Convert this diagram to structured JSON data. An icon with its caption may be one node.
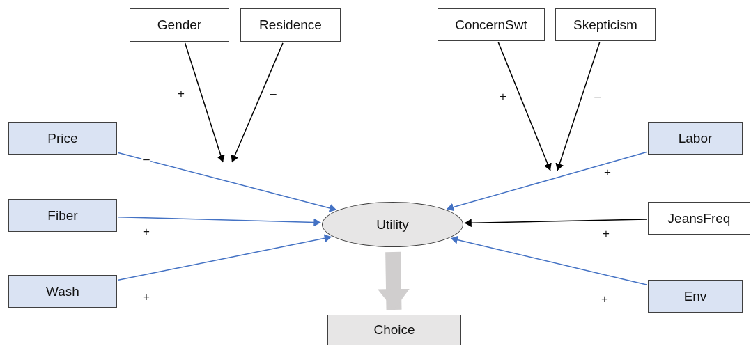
{
  "diagram": {
    "nodes": [
      {
        "text": [
          "Gender"
        ]
      },
      {
        "text": [
          "Residence"
        ]
      },
      {
        "text": [
          "ConcernSwt"
        ]
      },
      {
        "text": [
          "Skepticism"
        ]
      },
      {
        "text": [
          "Price"
        ]
      },
      {
        "text": [
          "Labor"
        ]
      },
      {
        "text": [
          "Fiber"
        ]
      },
      {
        "text": [
          "Utility"
        ]
      },
      {
        "text": [
          "JeansFreq"
        ]
      },
      {
        "text": [
          "Wash"
        ]
      },
      {
        "text": [
          "Env"
        ]
      },
      {
        "text": [
          "Choice"
        ]
      }
    ],
    "edges": [
      {
        "from": 0,
        "to": null,
        "arrow": "to",
        "label": "+",
        "color": "#000000"
      },
      {
        "from": 1,
        "to": null,
        "arrow": "to",
        "label": "–",
        "color": "#000000"
      },
      {
        "from": 2,
        "to": null,
        "arrow": "to",
        "label": "+",
        "color": "#000000"
      },
      {
        "from": 3,
        "to": null,
        "arrow": "to",
        "label": "–",
        "color": "#000000"
      },
      {
        "from": 4,
        "to": 7,
        "arrow": "to",
        "label": "–",
        "color": "#4472c4"
      },
      {
        "from": 6,
        "to": 7,
        "arrow": "to",
        "label": "+",
        "color": "#4472c4"
      },
      {
        "from": 9,
        "to": 7,
        "arrow": "to",
        "label": "+",
        "color": "#4472c4"
      },
      {
        "from": 5,
        "to": 7,
        "arrow": "to",
        "label": "+",
        "color": "#4472c4"
      },
      {
        "from": 8,
        "to": 7,
        "arrow": "to",
        "label": "+",
        "color": "#000000"
      },
      {
        "from": 10,
        "to": 7,
        "arrow": "to",
        "label": "+",
        "color": "#4472c4"
      },
      {
        "from": 7,
        "to": 11,
        "arrow": "to",
        "style": "thick",
        "color": "#d0cece"
      }
    ]
  }
}
